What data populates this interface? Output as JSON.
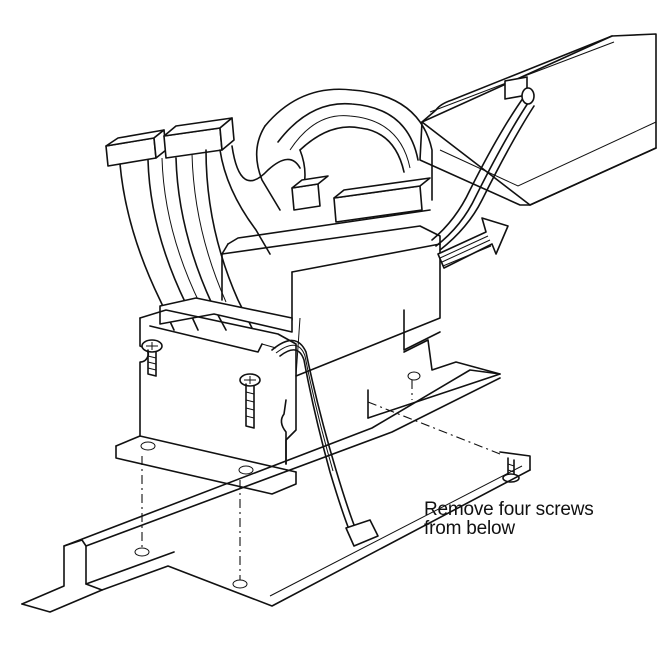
{
  "figure": {
    "caption_lines": [
      "Remove four screws",
      "from below"
    ],
    "line_color": "#111111",
    "background": "#ffffff",
    "parts": [
      "drive-unit",
      "ribbon-cables",
      "power-cable",
      "mounting-bracket",
      "base-channel",
      "screw",
      "direction-arrow"
    ]
  }
}
